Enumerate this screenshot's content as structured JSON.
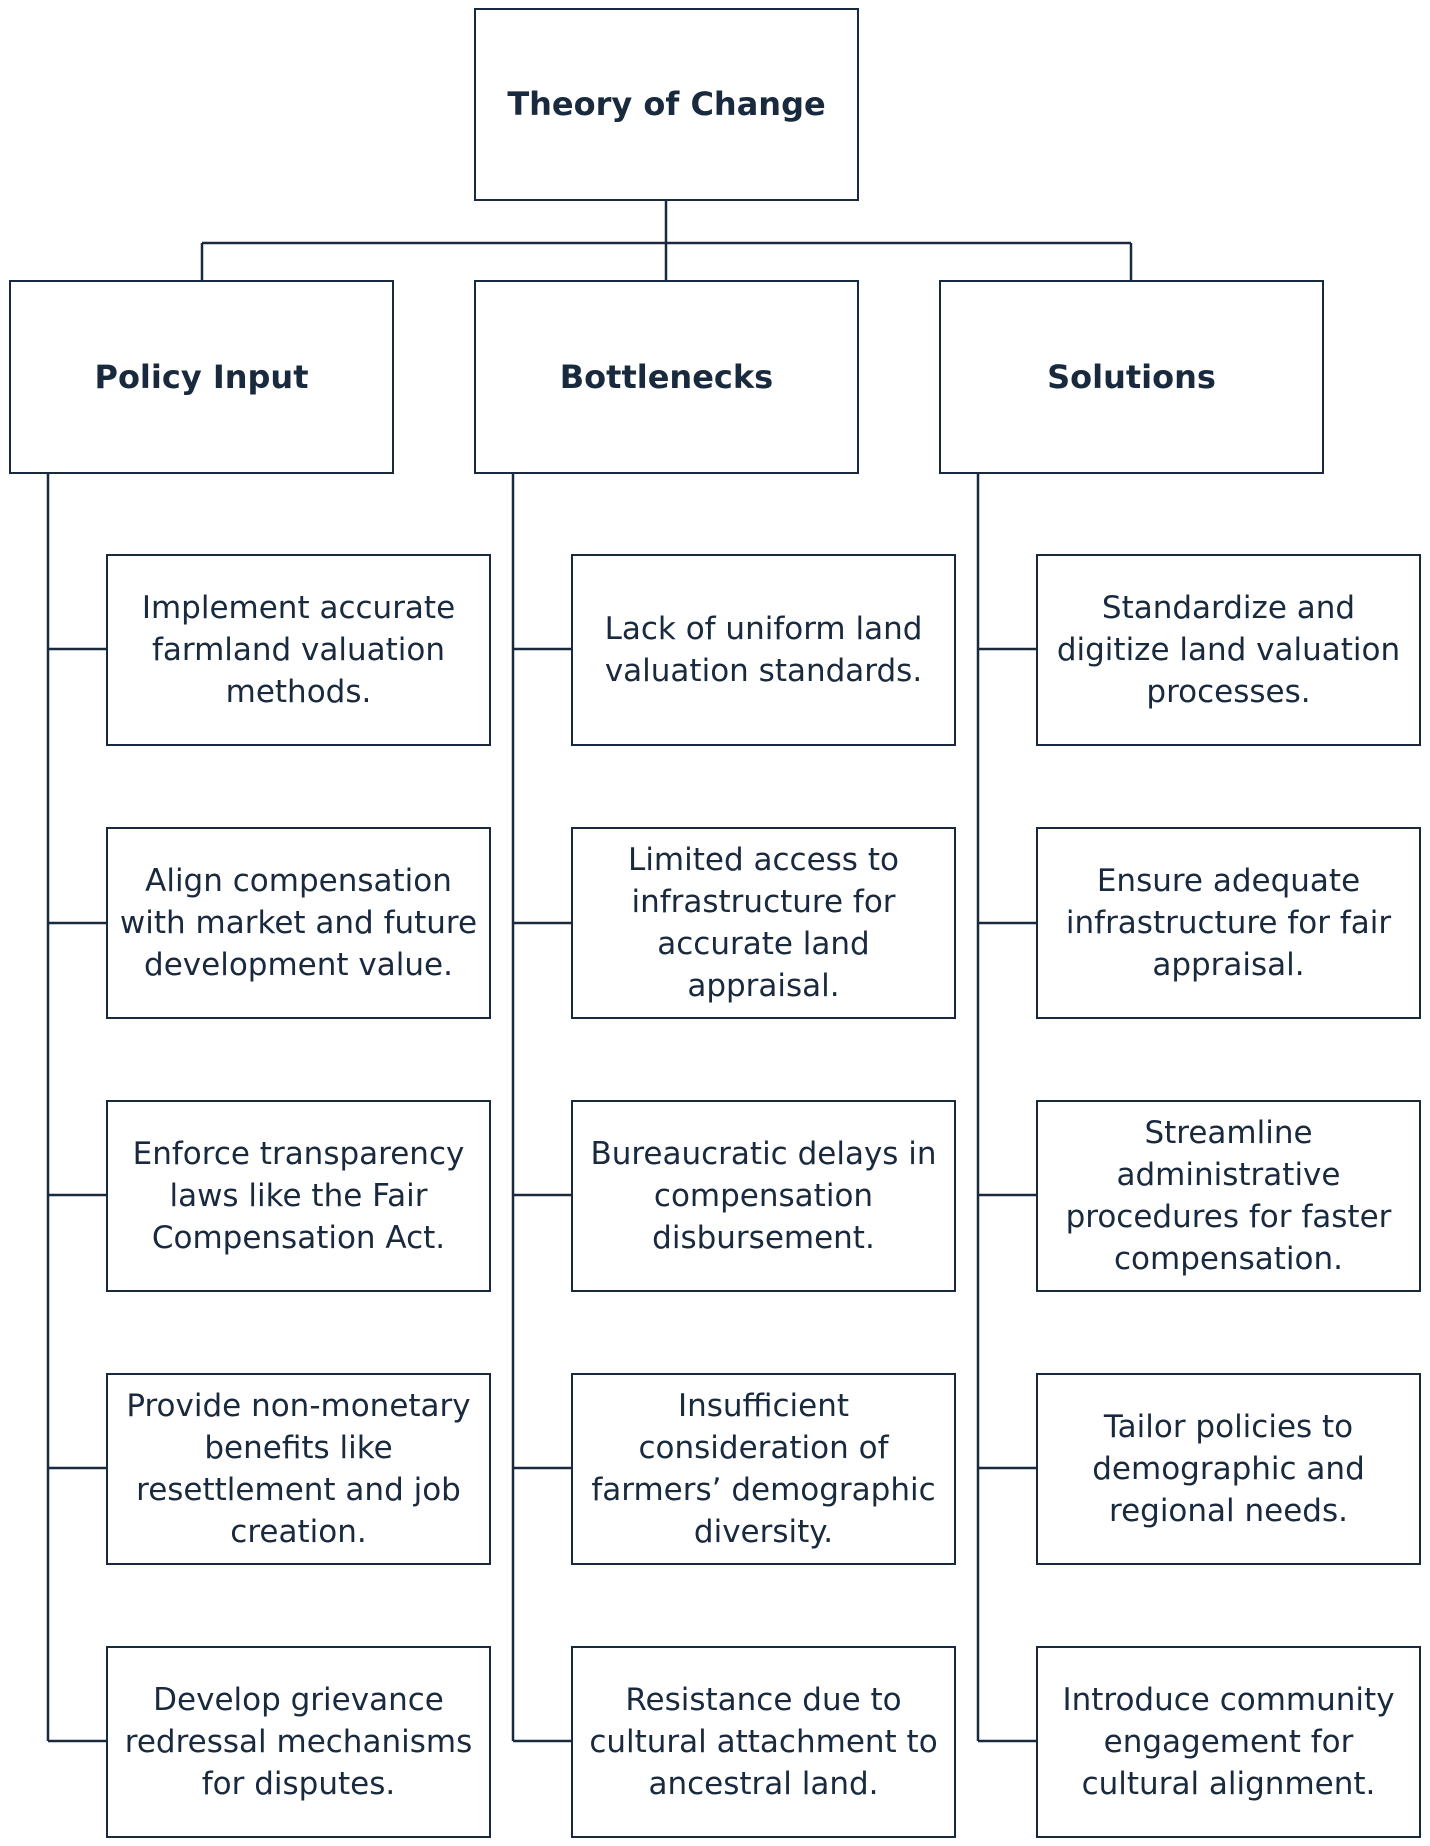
{
  "diagram": {
    "root": {
      "title": "Theory of Change"
    },
    "columns": [
      {
        "title": "Policy Input",
        "items": [
          "Implement accurate farmland valuation methods.",
          "Align compensation with market and future development value.",
          "Enforce transparency laws like the Fair Compensation Act.",
          "Provide non-monetary benefits like resettlement and job creation.",
          "Develop grievance redressal mechanisms for disputes."
        ]
      },
      {
        "title": "Bottlenecks",
        "items": [
          "Lack of uniform land valuation standards.",
          "Limited access to infrastructure for accurate land appraisal.",
          "Bureaucratic delays in compensation disbursement.",
          "Insufficient consideration of farmers’ demographic diversity.",
          "Resistance due to cultural attachment to ancestral land."
        ]
      },
      {
        "title": "Solutions",
        "items": [
          "Standardize and digitize land valuation processes.",
          "Ensure adequate infrastructure for fair appraisal.",
          "Streamline administrative procedures for faster compensation.",
          "Tailor policies to demographic and regional needs.",
          "Introduce community engagement for cultural alignment."
        ]
      }
    ]
  },
  "style": {
    "line_color": "#1a2a3e",
    "text_color": "#1a2a3e",
    "background": "#ffffff"
  }
}
